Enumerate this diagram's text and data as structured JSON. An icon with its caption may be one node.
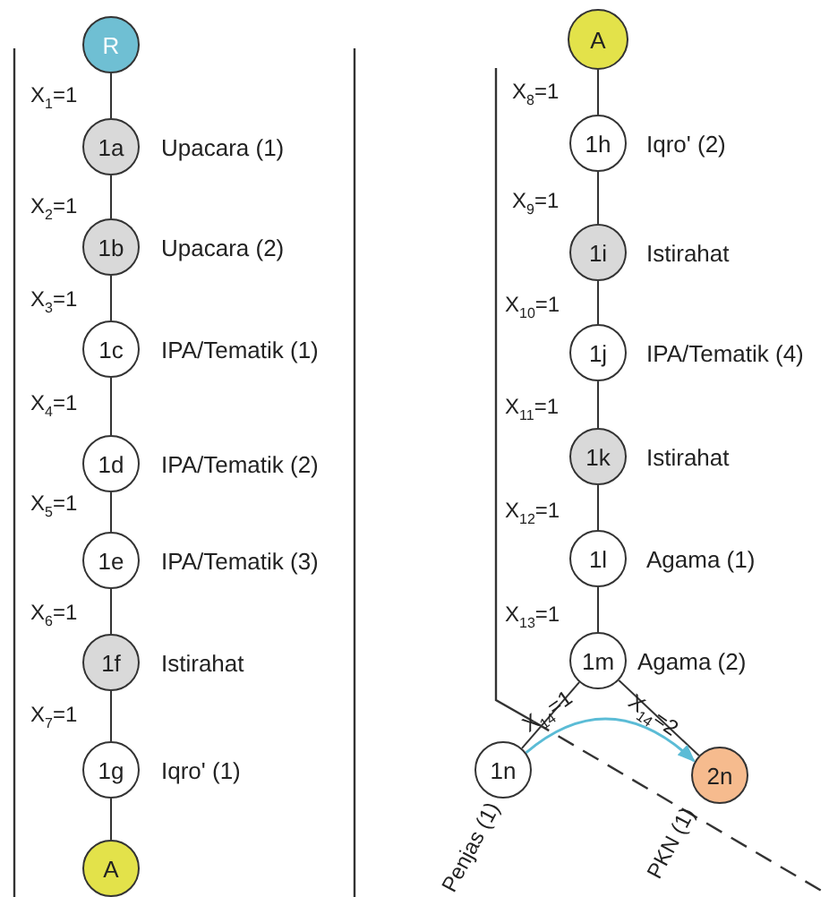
{
  "diagram": {
    "nodes": [
      {
        "text": [
          "R"
        ]
      },
      {
        "text": [
          "1a"
        ],
        "beside": [
          "Upacara (1)"
        ]
      },
      {
        "text": [
          "1b"
        ],
        "beside": [
          "Upacara (2)"
        ]
      },
      {
        "text": [
          "1c"
        ],
        "beside": [
          "IPA/Tematik (1)"
        ]
      },
      {
        "text": [
          "1d"
        ],
        "beside": [
          "IPA/Tematik (2)"
        ]
      },
      {
        "text": [
          "1e"
        ],
        "beside": [
          "IPA/Tematik (3)"
        ]
      },
      {
        "text": [
          "1f"
        ],
        "beside": [
          "Istirahat"
        ]
      },
      {
        "text": [
          "1g"
        ],
        "beside": [
          "Iqro' (1)"
        ]
      },
      {
        "text": [
          "A"
        ]
      },
      {
        "text": [
          "A"
        ]
      },
      {
        "text": [
          "1h"
        ],
        "beside": [
          "Iqro' (2)"
        ]
      },
      {
        "text": [
          "1i"
        ],
        "beside": [
          "Istirahat"
        ]
      },
      {
        "text": [
          "1j"
        ],
        "beside": [
          "IPA/Tematik (4)"
        ]
      },
      {
        "text": [
          "1k"
        ],
        "beside": [
          "Istirahat"
        ]
      },
      {
        "text": [
          "1l"
        ],
        "beside": [
          "Agama (1)"
        ]
      },
      {
        "text": [
          "1m"
        ],
        "beside": [
          "Agama (2)"
        ]
      },
      {
        "text": [
          "1n"
        ],
        "beside": [
          "Penjas (1)"
        ]
      },
      {
        "text": [
          "2n"
        ],
        "beside": [
          "PKN (1)"
        ]
      }
    ],
    "edges": [
      {
        "from": 0,
        "to": 1,
        "arrow": "none",
        "label": "X$_{1}$=1"
      },
      {
        "from": 1,
        "to": 2,
        "arrow": "none",
        "label": "X$_{2}$=1"
      },
      {
        "from": 2,
        "to": 3,
        "arrow": "none",
        "label": "X$_{3}$=1"
      },
      {
        "from": 3,
        "to": 4,
        "arrow": "none",
        "label": "X$_{4}$=1"
      },
      {
        "from": 4,
        "to": 5,
        "arrow": "none",
        "label": "X$_{5}$=1"
      },
      {
        "from": 5,
        "to": 6,
        "arrow": "none",
        "label": "X$_{6}$=1"
      },
      {
        "from": 6,
        "to": 7,
        "arrow": "none",
        "label": "X$_{7}$=1"
      },
      {
        "from": 7,
        "to": 8,
        "arrow": "none"
      },
      {
        "from": 9,
        "to": 10,
        "arrow": "none",
        "label": "X$_{8}$=1"
      },
      {
        "from": 10,
        "to": 11,
        "arrow": "none",
        "label": "X$_{9}$=1"
      },
      {
        "from": 11,
        "to": 12,
        "arrow": "none",
        "label": "X$_{10}$=1"
      },
      {
        "from": 12,
        "to": 13,
        "arrow": "none",
        "label": "X$_{11}$=1"
      },
      {
        "from": 13,
        "to": 14,
        "arrow": "none",
        "label": "X$_{12}$=1"
      },
      {
        "from": 14,
        "to": 15,
        "arrow": "none",
        "label": "X$_{13}$=1"
      },
      {
        "from": 15,
        "to": 16,
        "arrow": "none",
        "label": "X$_{14}$=1"
      },
      {
        "from": 15,
        "to": 17,
        "arrow": "none",
        "label": "X$_{14}$=2"
      },
      {
        "from": 16,
        "to": 17,
        "arrow": "to",
        "color": "#5bbcd6"
      }
    ]
  }
}
